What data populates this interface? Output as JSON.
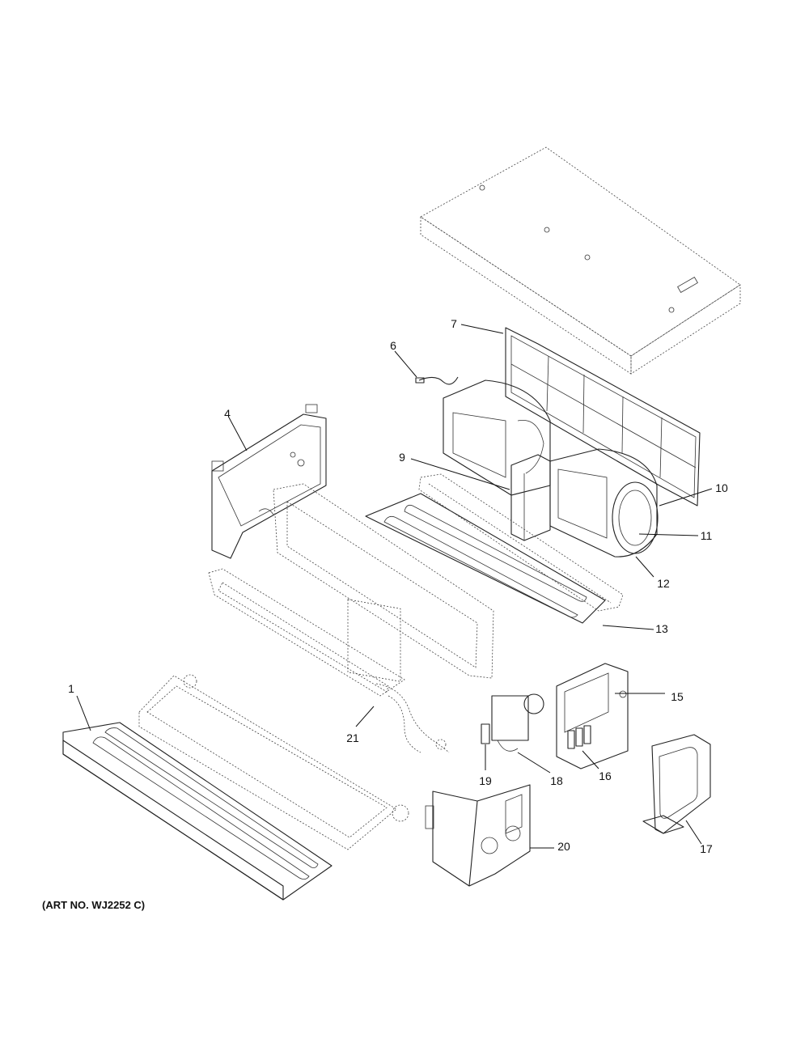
{
  "art_number": "(ART NO. WJ2252 C)",
  "callouts": [
    {
      "id": "1",
      "label": "1"
    },
    {
      "id": "4",
      "label": "4"
    },
    {
      "id": "6",
      "label": "6"
    },
    {
      "id": "7",
      "label": "7"
    },
    {
      "id": "9",
      "label": "9"
    },
    {
      "id": "10",
      "label": "10"
    },
    {
      "id": "11",
      "label": "11"
    },
    {
      "id": "12",
      "label": "12"
    },
    {
      "id": "13",
      "label": "13"
    },
    {
      "id": "15",
      "label": "15"
    },
    {
      "id": "16",
      "label": "16"
    },
    {
      "id": "17",
      "label": "17"
    },
    {
      "id": "18",
      "label": "18"
    },
    {
      "id": "19",
      "label": "19"
    },
    {
      "id": "20",
      "label": "20"
    },
    {
      "id": "21",
      "label": "21"
    }
  ]
}
